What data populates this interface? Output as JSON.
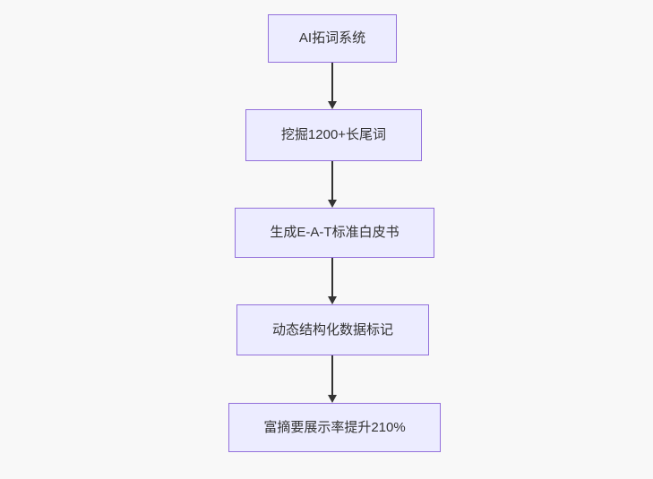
{
  "page": {
    "background_color": "#f8f8f8"
  },
  "diagram": {
    "type": "flowchart",
    "direction": "top-down",
    "nodes": [
      {
        "id": "A",
        "label": "AI拓词系统"
      },
      {
        "id": "B",
        "label": "挖掘1200+长尾词"
      },
      {
        "id": "C",
        "label": "生成E-A-T标准白皮书"
      },
      {
        "id": "D",
        "label": "动态结构化数据标记"
      },
      {
        "id": "E",
        "label": "富摘要展示率提升210%"
      }
    ],
    "edges": [
      {
        "from": "AI拓词系统",
        "to": "挖掘1200+长尾词",
        "style": "arrow-down"
      },
      {
        "from": "挖掘1200+长尾词",
        "to": "生成E-A-T标准白皮书",
        "style": "arrow-down"
      },
      {
        "from": "生成E-A-T标准白皮书",
        "to": "动态结构化数据标记",
        "style": "arrow-down"
      },
      {
        "from": "动态结构化数据标记",
        "to": "富摘要展示率提升210%",
        "style": "arrow-down"
      }
    ],
    "colors": {
      "node_fill": "#ECECFF",
      "node_border": "#9370DB",
      "edge": "#333333",
      "text": "#333333",
      "bg": "#f8f8f8"
    }
  }
}
